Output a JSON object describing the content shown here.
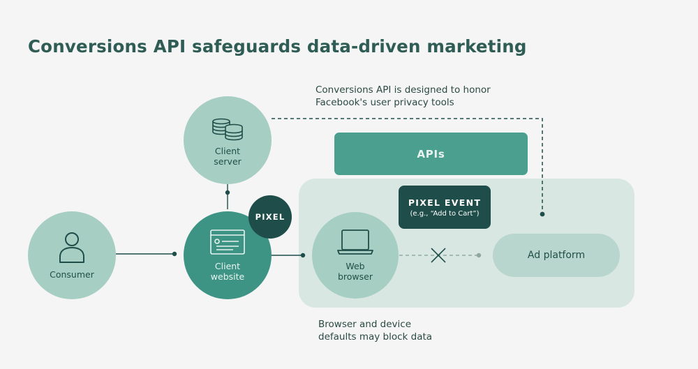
{
  "title": "Conversions API safeguards data-driven marketing",
  "note_privacy": [
    "Conversions API is designed to honor",
    "Facebook's user privacy tools"
  ],
  "note_browser": [
    "Browser and device",
    "defaults may block data"
  ],
  "nodes": {
    "consumer": "Consumer",
    "client_server": [
      "Client",
      "server"
    ],
    "client_website": [
      "Client",
      "website"
    ],
    "pixel": "PIXEL",
    "web_browser": [
      "Web",
      "browser"
    ],
    "apis": "APIs",
    "pixel_event": {
      "title": "PIXEL EVENT",
      "sub": "(e.g., “Add to Cart”)"
    },
    "ad_platform": "Ad platform"
  },
  "icons": {
    "consumer": "person-icon",
    "client_server": "database-icon",
    "client_website": "webpage-icon",
    "web_browser": "laptop-icon",
    "blocked": "cross-icon"
  },
  "colors": {
    "background": "#f4f5f4",
    "light_circle": "#a6cec2",
    "dark_circle": "#3e9484",
    "darkest": "#1f4d49",
    "panel": "#d9e7e2",
    "apis": "#4a9f8f",
    "ad_platform": "#b8d6cd"
  }
}
